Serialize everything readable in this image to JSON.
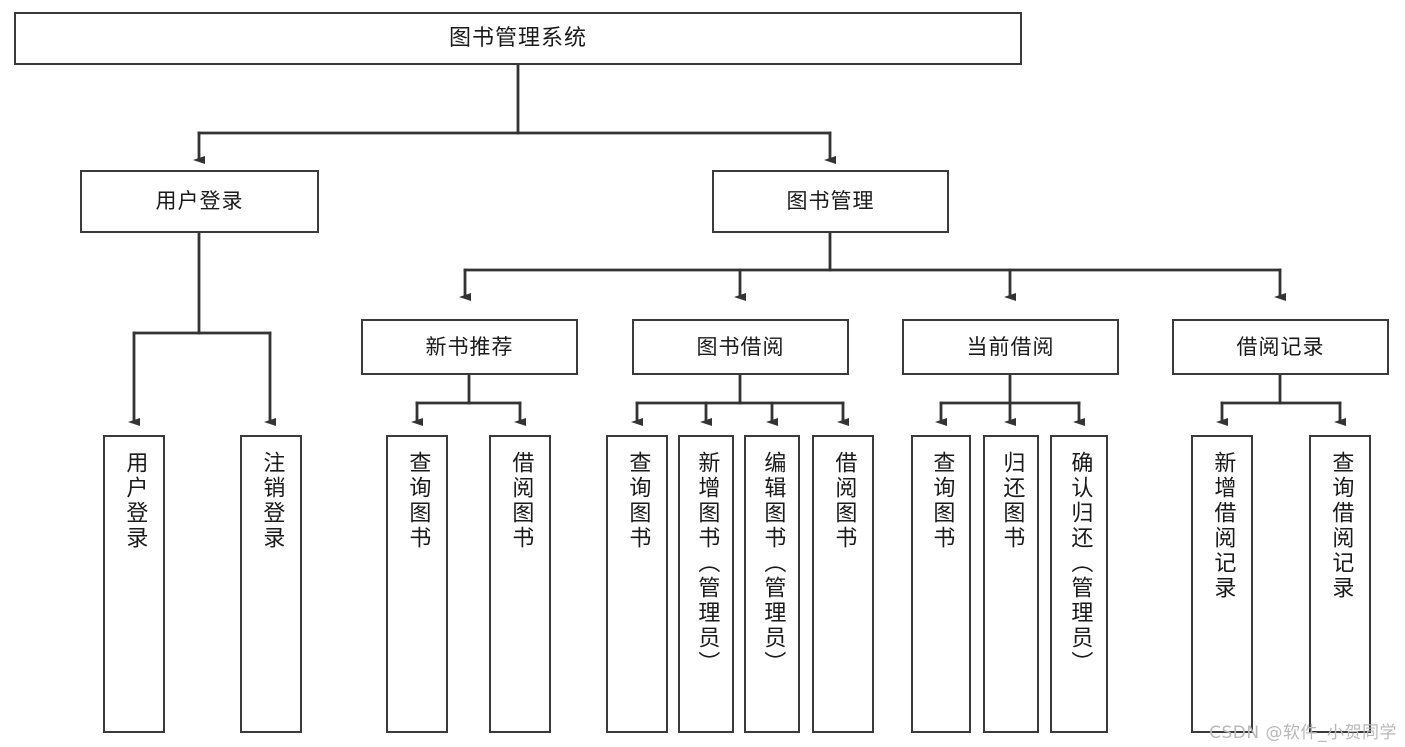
{
  "diagram": {
    "type": "tree",
    "title": "图书管理系统",
    "root": {
      "id": "root",
      "label": "图书管理系统"
    },
    "level1": [
      {
        "id": "login",
        "label": "用户登录"
      },
      {
        "id": "bookmgmt",
        "label": "图书管理"
      }
    ],
    "level2": [
      {
        "id": "newbook",
        "label": "新书推荐",
        "parent": "bookmgmt"
      },
      {
        "id": "borrow",
        "label": "图书借阅",
        "parent": "bookmgmt"
      },
      {
        "id": "current",
        "label": "当前借阅",
        "parent": "bookmgmt"
      },
      {
        "id": "record",
        "label": "借阅记录",
        "parent": "bookmgmt"
      }
    ],
    "leaves": [
      {
        "id": "l1",
        "label": "用户登录",
        "parent": "login"
      },
      {
        "id": "l2",
        "label": "注销登录",
        "parent": "login"
      },
      {
        "id": "l3",
        "label": "查询图书",
        "parent": "newbook"
      },
      {
        "id": "l4",
        "label": "借阅图书",
        "parent": "newbook"
      },
      {
        "id": "l5",
        "label": "查询图书",
        "parent": "borrow"
      },
      {
        "id": "l6",
        "label": "新增图书（管理员）",
        "parent": "borrow"
      },
      {
        "id": "l7",
        "label": "编辑图书（管理员）",
        "parent": "borrow"
      },
      {
        "id": "l8",
        "label": "借阅图书",
        "parent": "borrow"
      },
      {
        "id": "l9",
        "label": "查询图书",
        "parent": "current"
      },
      {
        "id": "l10",
        "label": "归还图书",
        "parent": "current"
      },
      {
        "id": "l11",
        "label": "确认归还（管理员）",
        "parent": "current"
      },
      {
        "id": "l12",
        "label": "新增借阅记录",
        "parent": "record"
      },
      {
        "id": "l13",
        "label": "查询借阅记录",
        "parent": "record"
      }
    ],
    "colors": {
      "border": "#3a3a3a",
      "fill": "#ffffff",
      "text": "#1a1a1a",
      "edge": "#333333",
      "watermark": "#b9b9b9"
    }
  },
  "watermark": {
    "text": "CSDN @软件_小贺同学"
  }
}
